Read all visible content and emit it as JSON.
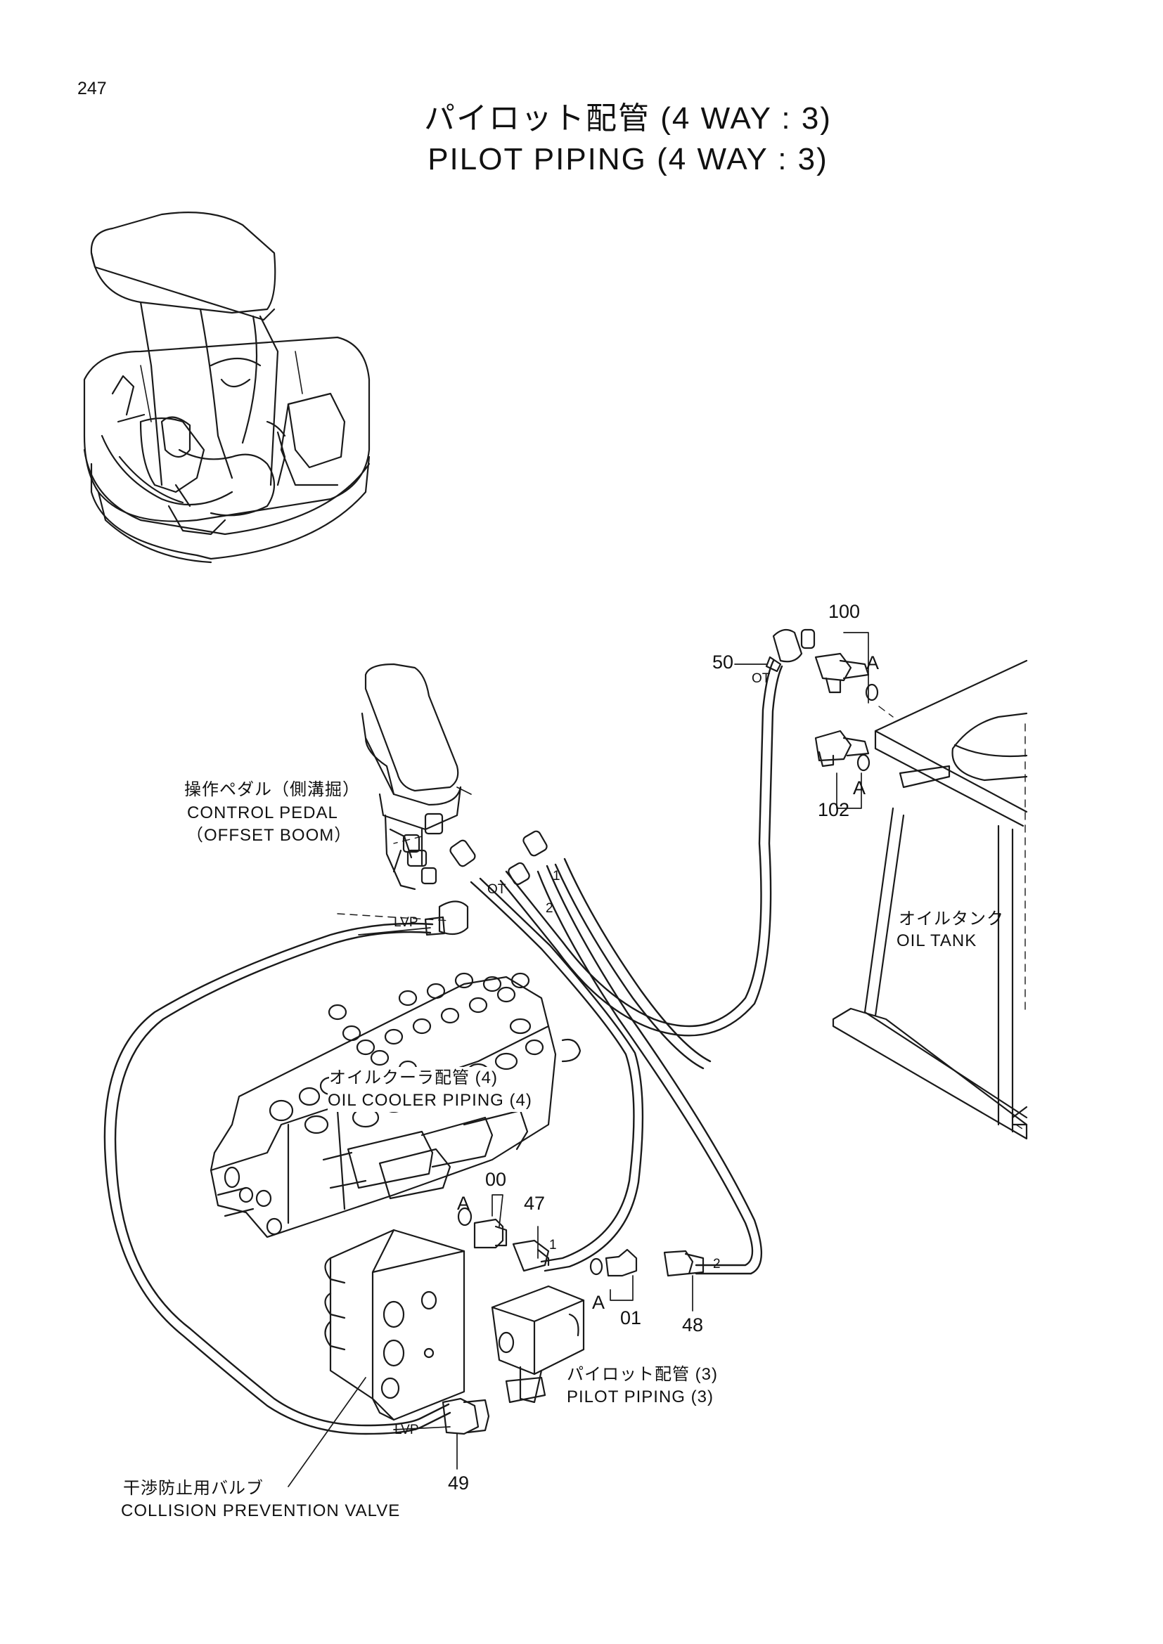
{
  "page_number": "247",
  "title": {
    "jp": "パイロット配管 (4 WAY : 3)",
    "en": "PILOT PIPING (4 WAY : 3)"
  },
  "labels": {
    "control_pedal_jp": "操作ペダル（側溝掘）",
    "control_pedal_en": "CONTROL PEDAL",
    "control_pedal_note": "（OFFSET BOOM）",
    "oil_tank_jp": "オイルタンク",
    "oil_tank_en": "OIL TANK",
    "oil_cooler_jp": "オイルクーラ配管 (4)",
    "oil_cooler_en": "OIL COOLER PIPING (4)",
    "pilot_piping_jp": "パイロット配管 (3)",
    "pilot_piping_en": "PILOT PIPING (3)",
    "collision_valve_jp": "干渉防止用バルブ",
    "collision_valve_en": "COLLISION PREVENTION VALVE"
  },
  "callouts": {
    "p100": "100",
    "p102": "102",
    "p50": "50",
    "p00": "00",
    "p47": "47",
    "p01": "01",
    "p48": "48",
    "p49": "49",
    "a1": "A",
    "a2": "A",
    "a3": "A",
    "a4": "A",
    "ot1": "OT",
    "ot2": "OT",
    "lvp1": "LVP",
    "lvp2": "LVP",
    "m1a": "1",
    "m2a": "2",
    "m1b": "1",
    "m2b": "2"
  }
}
